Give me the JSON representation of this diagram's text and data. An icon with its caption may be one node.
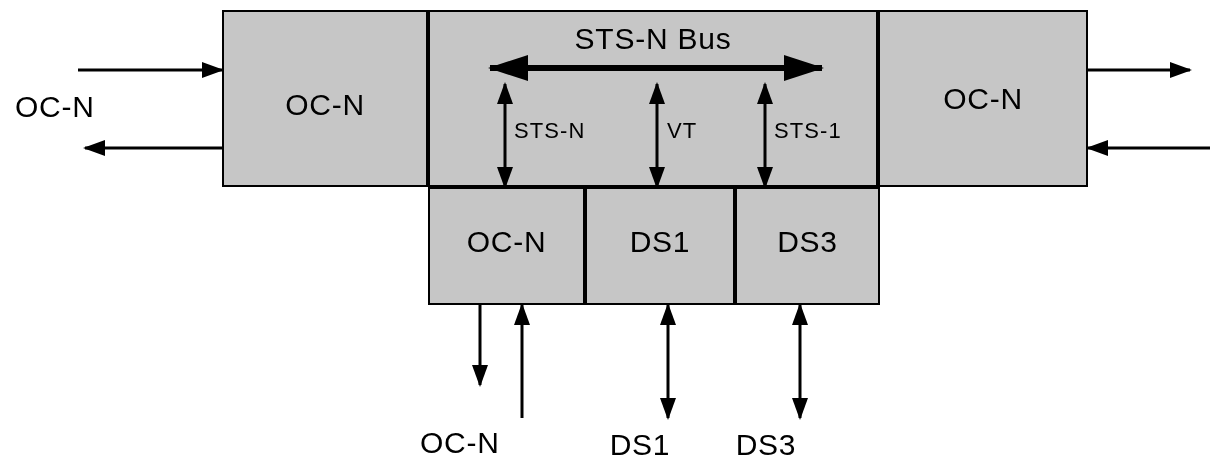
{
  "diagram": {
    "nodes": [
      {
        "text": [
          "OC-N"
        ]
      },
      {
        "text": [
          "STS-N Bus"
        ]
      },
      {
        "text": [
          "OC-N"
        ]
      },
      {
        "text": [
          "OC-N"
        ]
      },
      {
        "text": [
          "DS1"
        ]
      },
      {
        "text": [
          "DS3"
        ]
      },
      {
        "text": [
          "DS1"
        ]
      },
      {
        "text": [
          "DS3"
        ]
      }
    ],
    "edges": [
      {
        "from": null,
        "to": 0,
        "arrow": "to"
      },
      {
        "from": 0,
        "to": null,
        "arrow": "to"
      },
      {
        "from": 2,
        "to": null,
        "arrow": "to"
      },
      {
        "from": null,
        "to": 2,
        "arrow": "to"
      },
      {
        "from": 3,
        "to": null,
        "arrow": "to"
      },
      {
        "from": null,
        "to": 3,
        "arrow": "to"
      },
      {
        "from": 4,
        "to": 6,
        "arrow": "both"
      },
      {
        "from": 5,
        "to": 7,
        "arrow": "both"
      },
      {
        "from": 1,
        "to": 3,
        "arrow": "both",
        "label": "STS-N"
      },
      {
        "from": 1,
        "to": 4,
        "arrow": "both",
        "label": "VT"
      },
      {
        "from": 1,
        "to": 5,
        "arrow": "both",
        "label": "STS-1"
      }
    ],
    "labels": [
      "OC-N",
      "OC-N"
    ]
  }
}
